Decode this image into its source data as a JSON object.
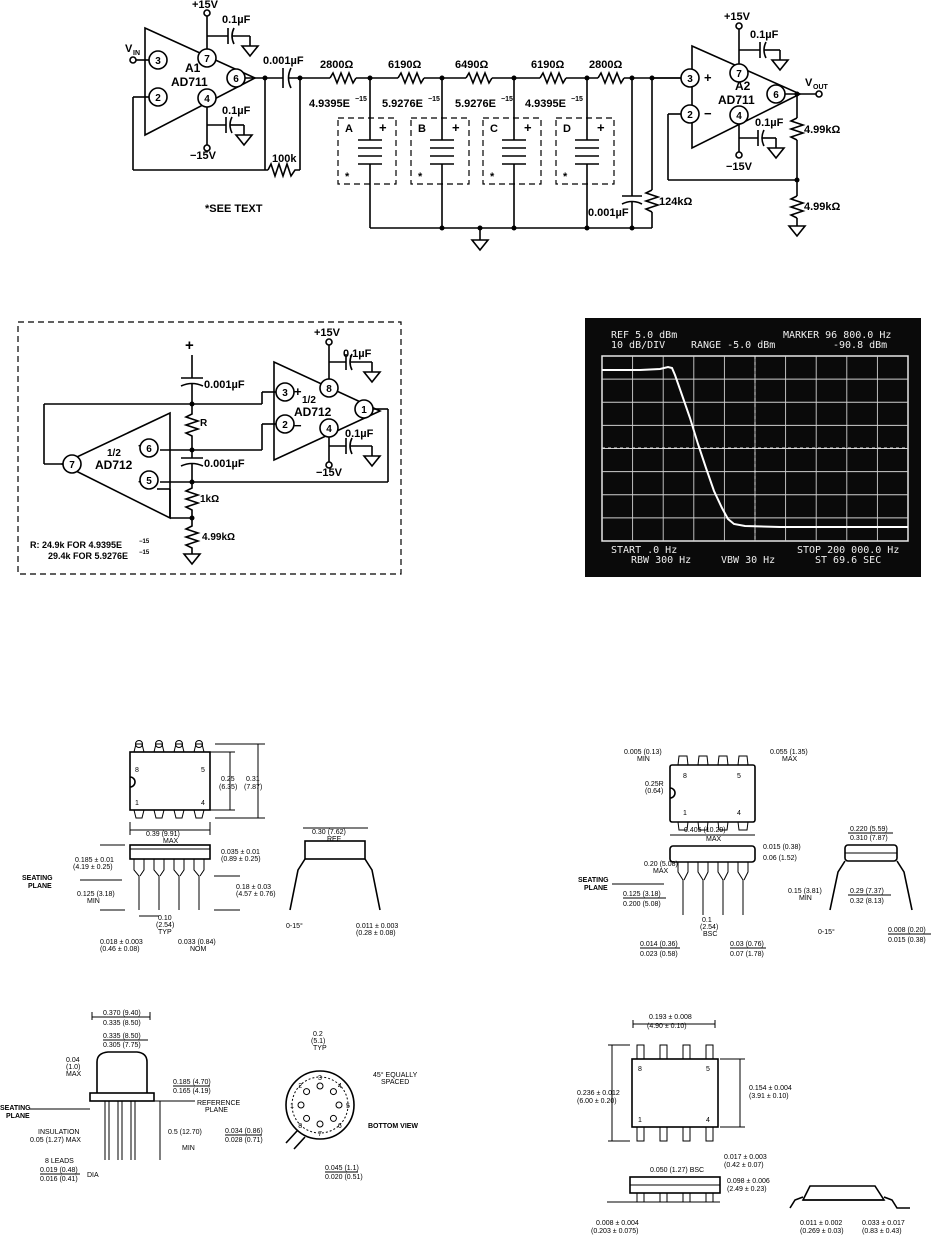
{
  "schematic1": {
    "supply_pos": "+15V",
    "supply_neg": "−15V",
    "cap_01": "0.1µF",
    "vin": "V",
    "vin_sub": "IN",
    "vout": "V",
    "vout_sub": "OUT",
    "a1_label": "A1",
    "a2_label": "A2",
    "opamp": "AD711",
    "pin3": "3",
    "pin2": "2",
    "pin7": "7",
    "pin6": "6",
    "pin4": "4",
    "cin": "0.001µF",
    "r1": "2800Ω",
    "r2": "6190Ω",
    "r3": "6490Ω",
    "r4": "6190Ω",
    "r5": "2800Ω",
    "e1": "4.9395E",
    "e2": "5.9276E",
    "e3": "5.9276E",
    "e4": "4.9395E",
    "exp": "−15",
    "blocks": [
      "A",
      "B",
      "C",
      "D"
    ],
    "star": "*",
    "r_fb": "100k",
    "see_text": "*SEE TEXT",
    "cout": "0.001µF",
    "r_124": "124kΩ",
    "r_499a": "4.99kΩ",
    "r_499b": "4.99kΩ",
    "plus": "+",
    "minus": "−"
  },
  "schematic2": {
    "supply_pos": "+15V",
    "supply_neg": "−15V",
    "plus_top": "+",
    "cap_01a": "0.1µF",
    "cap_01b": "0.1µF",
    "c1": "0.001µF",
    "c2": "0.001µF",
    "r": "R",
    "r1k": "1kΩ",
    "r499": "4.99kΩ",
    "opamp_half": "1/2",
    "opamp": "AD712",
    "pins_right": [
      "3",
      "2",
      "8",
      "1",
      "4"
    ],
    "pins_left": [
      "7",
      "6",
      "5"
    ],
    "note1": "R:  24.9k FOR 4.9395E",
    "note2": "29.4k FOR 5.9276E",
    "exp": "−15"
  },
  "spectrum": {
    "ref": "REF 5.0 dBm",
    "div": "10 dB/DIV",
    "range": "RANGE -5.0 dBm",
    "marker": "MARKER 96 800.0 Hz",
    "marker_val": "-90.8 dBm",
    "start": "START .0 Hz",
    "stop": "STOP 200 000.0 Hz",
    "rbw": "RBW 300 Hz",
    "vbw": "VBW 30 Hz",
    "st": "ST 69.6 SEC"
  },
  "pkg_dip_ceramic": {
    "pin8": "8",
    "pin5": "5",
    "pin1": "1",
    "pin4": "4",
    "d025": "0.25",
    "d025mm": "(6.35)",
    "d031": "0.31",
    "d031mm": "(7.87)",
    "d039": "0.39 (9.91)",
    "max": "MAX",
    "d030": "0.30 (7.62)",
    "ref": "REF",
    "d0185": "0.185 ± 0.01",
    "d0185mm": "(4.19 ± 0.25)",
    "d0035": "0.035 ± 0.01",
    "d0035mm": "(0.89 ± 0.25)",
    "seating": "SEATING",
    "plane": "PLANE",
    "d0125": "0.125 (3.18)",
    "min": "MIN",
    "d018": "0.18 ± 0.03",
    "d018mm": "(4.57 ± 0.76)",
    "d010": "0.10",
    "d010mm": "(2.54)",
    "typ": "TYP",
    "d0018": "0.018 ± 0.003",
    "d0018mm": "(0.46 ± 0.08)",
    "d0033": "0.033 (0.84)",
    "nom": "NOM",
    "angle": "0-15°",
    "d0011": "0.011 ± 0.003",
    "d0011mm": "(0.28 ± 0.08)"
  },
  "pkg_dip_plastic": {
    "d0005": "0.005 (0.13)",
    "min": "MIN",
    "d0055": "0.055 (1.35)",
    "max": "MAX",
    "pin8": "8",
    "pin5": "5",
    "pin1": "1",
    "pin4": "4",
    "d025r": "0.25R",
    "d025rmm": "(0.64)",
    "d0220": "0.220 (5.59)",
    "d0310": "0.310 (7.87)",
    "d0405": "0.405 (10.29)",
    "d0015": "0.015 (0.38)",
    "d006": "0.06 (1.52)",
    "d020": "0.20 (5.08)",
    "seating": "SEATING",
    "plane": "PLANE",
    "d0125": "0.125 (3.18)",
    "d0200": "0.200 (5.08)",
    "d015": "0.15 (3.81)",
    "d029": "0.29 (7.37)",
    "d032": "0.32 (8.13)",
    "d01": "0.1",
    "d01mm": "(2.54)",
    "bsc": "BSC",
    "d0014": "0.014 (0.36)",
    "d0023": "0.023 (0.58)",
    "d003": "0.03 (0.76)",
    "d007": "0.07 (1.78)",
    "angle": "0-15°",
    "d0008": "0.008 (0.20)",
    "d0015b": "0.015 (0.38)"
  },
  "pkg_to99": {
    "d0370": "0.370 (9.40)",
    "d0335": "0.335 (8.50)",
    "d0335b": "0.335 (8.50)",
    "d0305": "0.305 (7.75)",
    "d004": "0.04",
    "d004mm": "(1.0)",
    "max": "MAX",
    "d0185": "0.185 (4.70)",
    "d0165": "0.165 (4.19)",
    "reference": "REFERENCE",
    "plane": "PLANE",
    "seating": "SEATING",
    "seat_plane": "PLANE",
    "insulation": "INSULATION",
    "ins_val": "0.05 (1.27) MAX",
    "d05": "0.5 (12.70)",
    "min": "MIN",
    "leads": "8 LEADS",
    "d0019": "0.019 (0.48)",
    "d0016": "0.016 (0.41)",
    "dia": "DIA",
    "d02": "0.2",
    "d02mm": "(5.1)",
    "typ": "TYP",
    "d45": "45° EQUALLY",
    "spaced": "SPACED",
    "d0034": "0.034 (0.86)",
    "d0028": "0.028 (0.71)",
    "bottom": "BOTTOM VIEW",
    "d0045": "0.045 (1.1)",
    "d0020": "0.020 (0.51)",
    "pins": [
      "1",
      "2",
      "3",
      "4",
      "5",
      "6",
      "7",
      "8"
    ]
  },
  "pkg_soic": {
    "d0193": "0.193 ± 0.008",
    "d0193mm": "(4.90 ± 0.10)",
    "pin8": "8",
    "pin5": "5",
    "pin1": "1",
    "pin4": "4",
    "d0236": "0.236 ± 0.012",
    "d0236mm": "(6.00 ± 0.20)",
    "d0154": "0.154 ± 0.004",
    "d0154mm": "(3.91 ± 0.10)",
    "d0050": "0.050 (1.27) BSC",
    "d0017": "0.017 ± 0.003",
    "d0017mm": "(0.42 ± 0.07)",
    "d0098": "0.098 ± 0.006",
    "d0098mm": "(2.49 ± 0.23)",
    "d0008": "0.008 ± 0.004",
    "d0008mm": "(0.203 ± 0.075)",
    "d0011": "0.011 ± 0.002",
    "d0011mm": "(0.269 ± 0.03)",
    "d0033": "0.033 ± 0.017",
    "d0033mm": "(0.83 ± 0.43)"
  }
}
